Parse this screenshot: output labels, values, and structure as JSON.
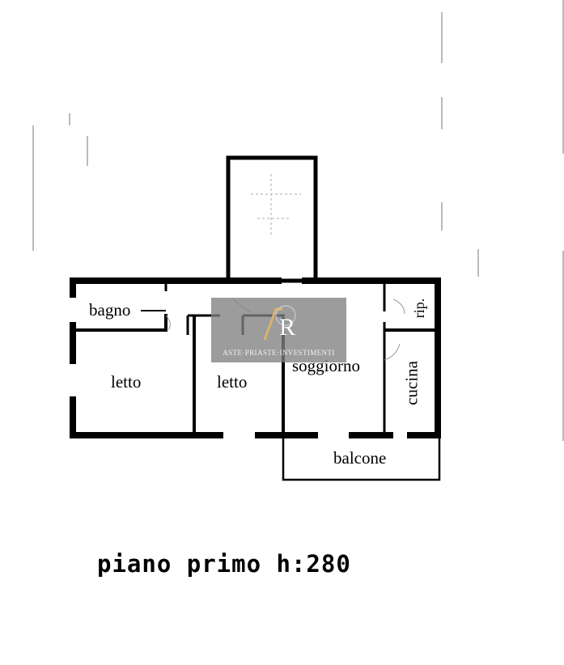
{
  "rooms": {
    "bagno": "bagno",
    "letto_1": "letto",
    "letto_2": "letto",
    "soggiorno": "soggiorno",
    "cucina": "cucina",
    "ripostiglio": "rip.",
    "balcone": "balcone"
  },
  "caption": "piano primo h:280",
  "watermark": {
    "logo_text": "R",
    "tagline": "ASTE·PRIASTE·INVESTIMENTI",
    "logo_color": "#d9b36a"
  }
}
